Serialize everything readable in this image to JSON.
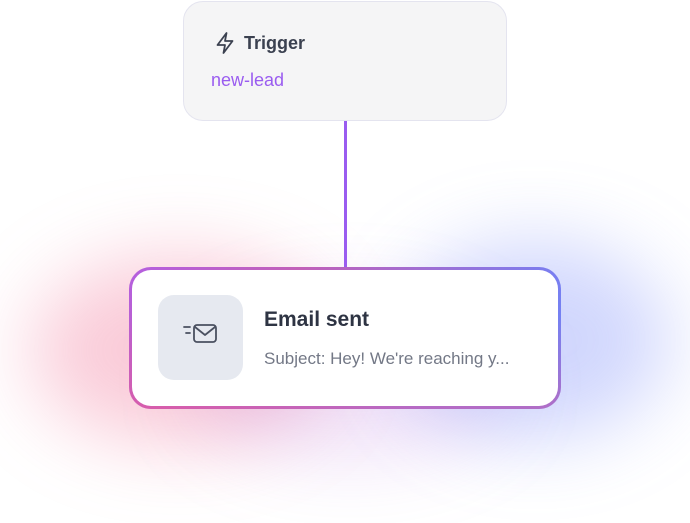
{
  "trigger": {
    "title": "Trigger",
    "value": "new-lead",
    "icon": "lightning-icon"
  },
  "action": {
    "title": "Email sent",
    "subject": "Subject: Hey! We're reaching y...",
    "icon": "email-sent-icon"
  },
  "colors": {
    "accent": "#9a5cf0",
    "glow_pink": "#ee5680",
    "glow_blue": "#667afa"
  }
}
